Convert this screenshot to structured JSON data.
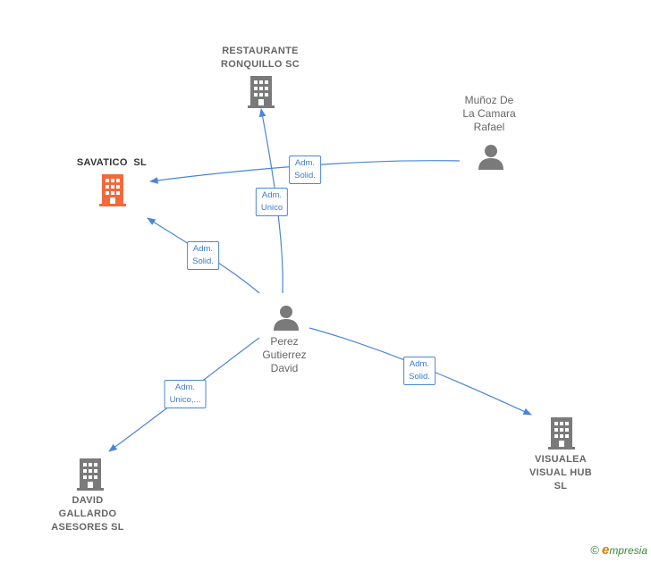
{
  "nodes": {
    "restaurante": {
      "lines": [
        "RESTAURANTE",
        "RONQUILLO SC"
      ]
    },
    "savatico": {
      "lines": [
        "SAVATICO  SL"
      ]
    },
    "munoz": {
      "lines": [
        "Muñoz De",
        "La Camara",
        "Rafael"
      ]
    },
    "perez": {
      "lines": [
        "Perez",
        "Gutierrez",
        "David"
      ]
    },
    "visualea": {
      "lines": [
        "VISUALEA",
        "VISUAL HUB",
        "SL"
      ]
    },
    "gallardo": {
      "lines": [
        "DAVID",
        "GALLARDO",
        "ASESORES SL"
      ]
    }
  },
  "edges": {
    "munoz_savatico": {
      "lines": [
        "Adm.",
        "Solid."
      ]
    },
    "perez_restaurante": {
      "lines": [
        "Adm.",
        "Unico"
      ]
    },
    "perez_savatico": {
      "lines": [
        "Adm.",
        "Solid."
      ]
    },
    "perez_visualea": {
      "lines": [
        "Adm.",
        "Solid."
      ]
    },
    "perez_gallardo": {
      "lines": [
        "Adm.",
        "Unico,..."
      ]
    }
  },
  "colors": {
    "edge": "#4a86d8",
    "company_icon": "#7a7a7a",
    "focus_company_icon": "#f26a3b",
    "person_icon": "#7a7a7a"
  },
  "icons": {
    "company": "building-icon",
    "person": "person-icon"
  },
  "brand": {
    "copyright": "©",
    "initial": "e",
    "name": "mpresia"
  }
}
